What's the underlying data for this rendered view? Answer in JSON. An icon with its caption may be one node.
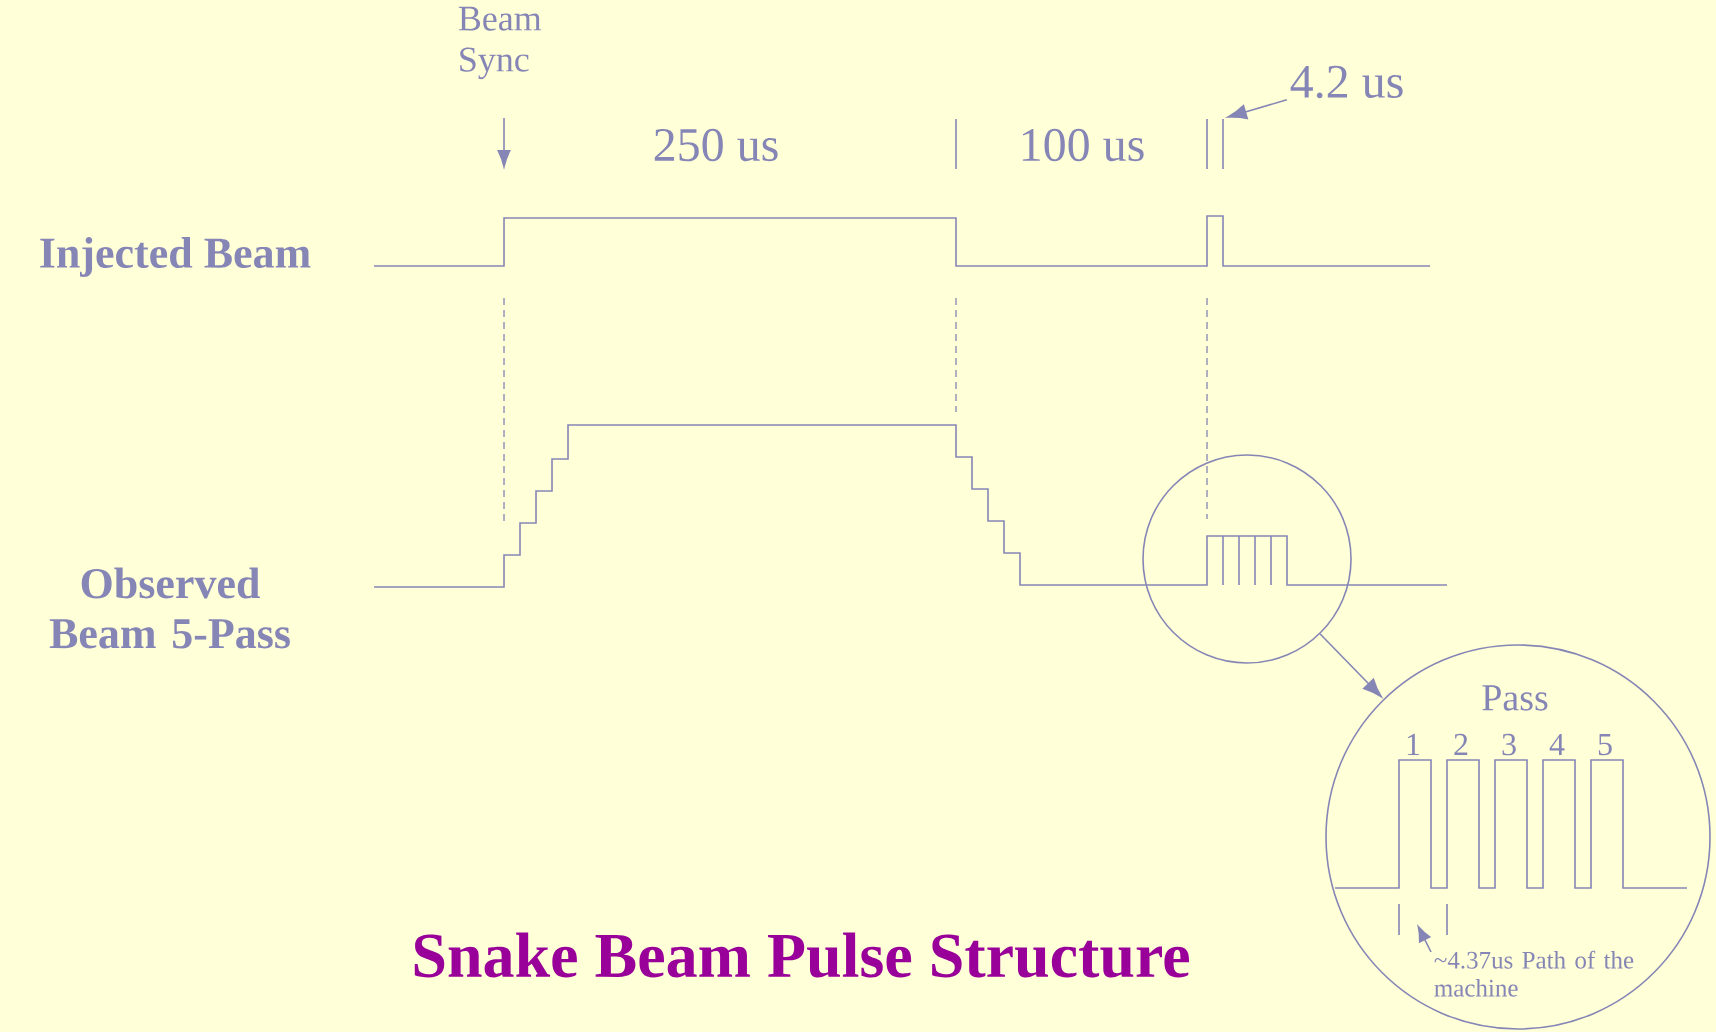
{
  "diagram": {
    "title": "Snake Beam Pulse Structure",
    "nodes": [
      {
        "text": [],
        "shape": "circle"
      },
      {
        "text": [
          "Pass",
          "1",
          "2",
          "3",
          "4",
          "5",
          "~4.37us Path of the machine"
        ]
      },
      {
        "text": [
          "4.2 us"
        ]
      }
    ],
    "edges": [
      {
        "from": 0,
        "to": 1,
        "arrow": "to"
      },
      {
        "from": 2,
        "to": null,
        "arrow": "to"
      }
    ],
    "labels": [
      "Beam Sync",
      "250 us",
      "100 us",
      "Injected Beam",
      "Observed Beam 5-Pass"
    ]
  }
}
